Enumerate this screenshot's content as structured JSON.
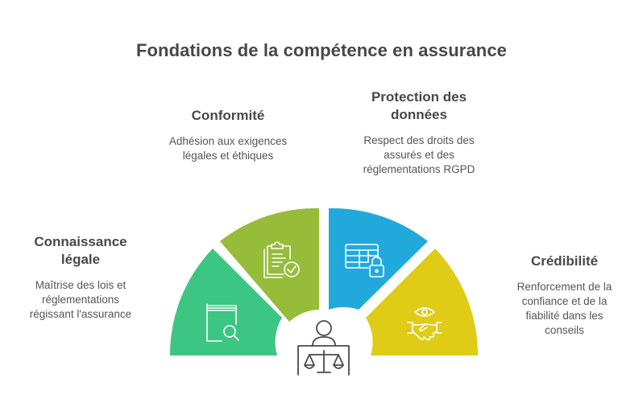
{
  "title": "Fondations de la compétence en assurance",
  "items": [
    {
      "heading_lines": [
        "Connaissance",
        "légale"
      ],
      "description_lines": [
        "Maîtrise des lois et",
        "réglementations",
        "régissant l'assurance"
      ],
      "icon": "book-search-icon",
      "color": "#3DC584"
    },
    {
      "heading_lines": [
        "Conformité"
      ],
      "description_lines": [
        "Adhésion aux exigences",
        "légales et éthiques"
      ],
      "icon": "clipboard-check-icon",
      "color": "#96BC3A"
    },
    {
      "heading_lines": [
        "Protection des",
        "données"
      ],
      "description_lines": [
        "Respect des droits des",
        "assurés et des",
        "réglementations RGPD"
      ],
      "icon": "table-lock-icon",
      "color": "#22A9DC"
    },
    {
      "heading_lines": [
        "Crédibilité"
      ],
      "description_lines": [
        "Renforcement de la",
        "confiance et de la",
        "fiabilité dans les",
        "conseils"
      ],
      "icon": "eye-handshake-icon",
      "color": "#E0CB17"
    }
  ],
  "center_icon": "judge-scales-icon"
}
